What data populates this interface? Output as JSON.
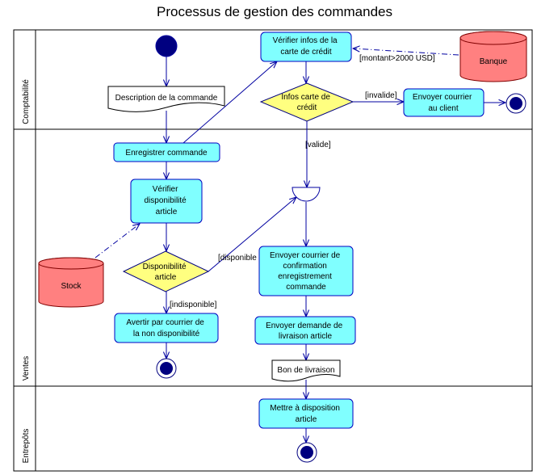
{
  "title": "Processus de gestion des commandes",
  "lanes": {
    "comptabilite": "Comptabilité",
    "ventes": "Ventes",
    "entrepots": "Entrepôts"
  },
  "actions": {
    "verifier_carte": [
      "Vérifier infos de la",
      "carte de crédit"
    ],
    "envoyer_courrier_client": [
      "Envoyer courrier",
      "au client"
    ],
    "enregistrer_commande": [
      "Enregistrer commande"
    ],
    "verifier_disponibilite": [
      "Vérifier",
      "disponibilité",
      "article"
    ],
    "avertir": [
      "Avertir par courrier de",
      "la non disponibilité"
    ],
    "envoyer_confirmation": [
      "Envoyer courrier de",
      "confirmation",
      "enregistrement",
      "commande"
    ],
    "envoyer_demande_livraison": [
      "Envoyer demande de",
      "livraison article"
    ],
    "mettre_a_disposition": [
      "Mettre à disposition",
      "article"
    ]
  },
  "decisions": {
    "infos_carte": [
      "Infos carte de",
      "crédit"
    ],
    "disponibilite": [
      "Disponibilité",
      "article"
    ]
  },
  "datastores": {
    "banque": "Banque",
    "stock": "Stock"
  },
  "objects": {
    "description_commande": "Description de la commande",
    "bon_livraison": "Bon de livraison"
  },
  "guards": {
    "montant": "[montant>2000 USD]",
    "invalide": "[invalide]",
    "valide": "[valide]",
    "disponible": "[disponible",
    "indisponible": "[indisponible]"
  },
  "colors": {
    "action_fill": "#80ffff",
    "decision_fill": "#ffff80",
    "store_fill": "#ff8080",
    "node_fill": "#000080"
  }
}
